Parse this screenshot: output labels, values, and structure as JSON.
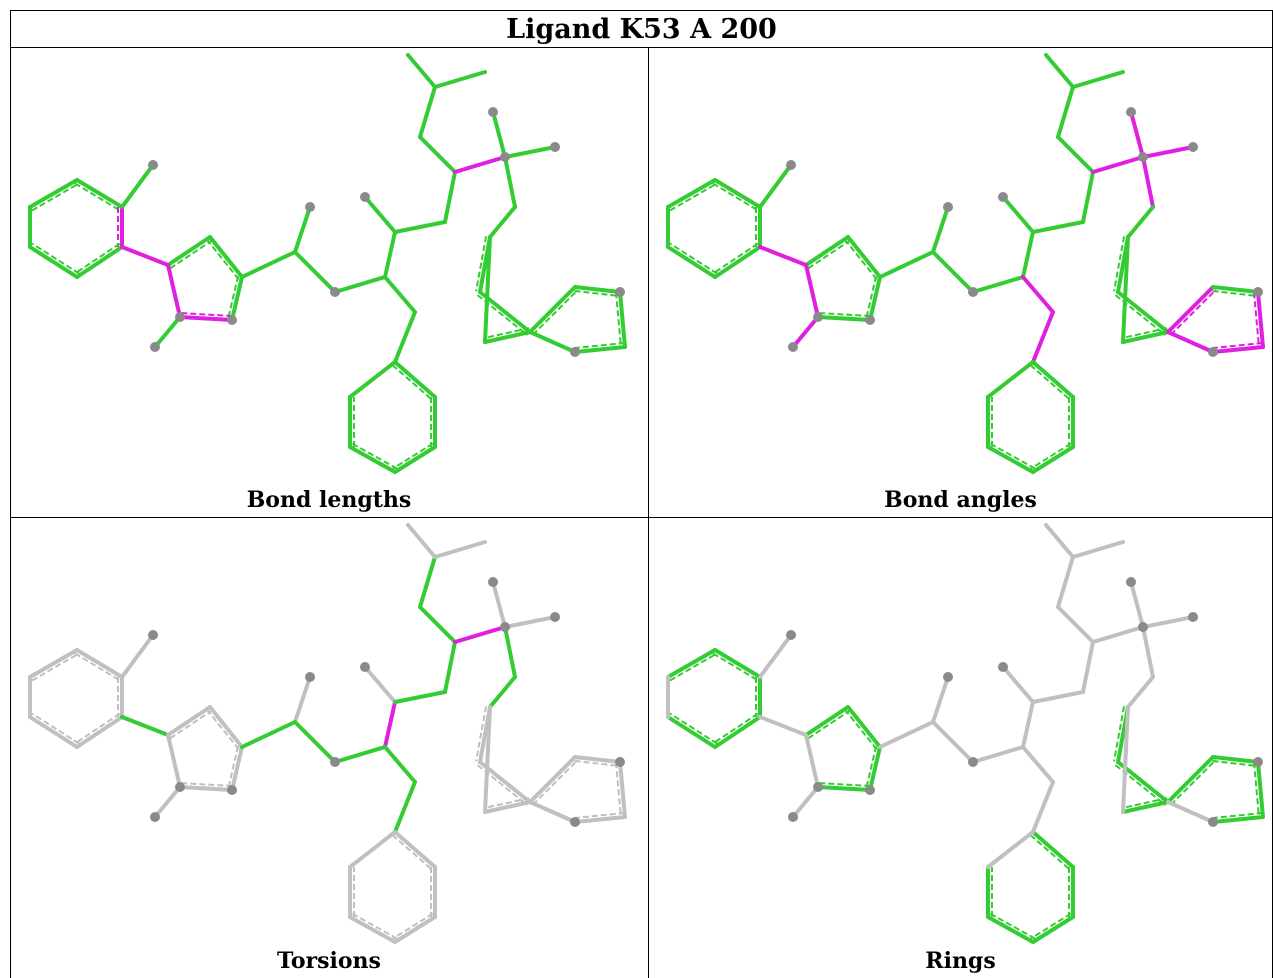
{
  "title": "Ligand K53 A 200",
  "panels": [
    {
      "caption": "Bond lengths",
      "highlight": {
        "magenta": [
          [
            2,
            7
          ],
          [
            7,
            8
          ],
          [
            8,
            9
          ],
          [
            37,
            38
          ]
        ],
        "green_all": true
      }
    },
    {
      "caption": "Bond angles",
      "highlight": {
        "magenta": [
          [
            6,
            7
          ],
          [
            7,
            8
          ],
          [
            8,
            9
          ],
          [
            8,
            13
          ],
          [
            25,
            26
          ],
          [
            26,
            27
          ],
          [
            36,
            37
          ],
          [
            37,
            38
          ],
          [
            37,
            39
          ],
          [
            37,
            40
          ],
          [
            43,
            44
          ],
          [
            44,
            45
          ],
          [
            45,
            46
          ],
          [
            42,
            46
          ]
        ],
        "green_all": true
      }
    },
    {
      "caption": "Torsions",
      "highlight": {
        "magenta": [
          [
            23,
            24
          ],
          [
            34,
            36
          ],
          [
            35,
            36
          ]
        ],
        "green": [
          [
            2,
            6
          ],
          [
            11,
            12
          ],
          [
            12,
            14
          ],
          [
            14,
            15
          ],
          [
            23,
            23
          ],
          [
            24,
            25
          ],
          [
            25,
            27
          ],
          [
            27,
            28
          ],
          [
            28,
            29
          ],
          [
            29,
            30
          ],
          [
            30,
            31
          ],
          [
            30,
            34
          ],
          [
            34,
            35
          ],
          [
            37,
            38
          ],
          [
            15,
            16
          ]
        ],
        "grey_rest": true
      }
    },
    {
      "caption": "Rings",
      "highlight": {
        "rings_green": true,
        "grey_rest": true
      }
    }
  ],
  "colors": {
    "green": "#33cc33",
    "magenta": "#e020e0",
    "grey": "#c0c0c0",
    "atom": "#8a8a8a"
  }
}
